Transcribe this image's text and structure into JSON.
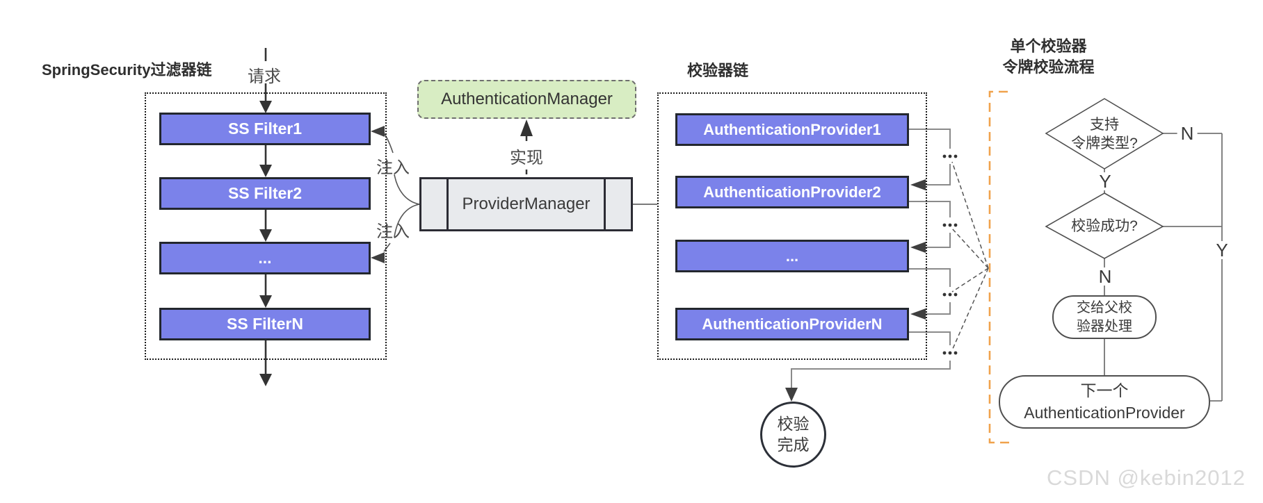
{
  "colors": {
    "node_purple": "#7b82ea",
    "node_border": "#23272e",
    "manager_green": "#d8edc3",
    "provider_manager_gray": "#e8eaed",
    "bracket_orange": "#f0a24c",
    "connector_gray": "#8a8a8a",
    "text_dark": "#3a3a3a",
    "watermark_gray": "#d9d9d9"
  },
  "filter_chain": {
    "title": "SpringSecurity过滤器链",
    "request_label": "请求",
    "boxes": [
      "SS Filter1",
      "SS Filter2",
      "...",
      "SS FilterN"
    ]
  },
  "injection": {
    "label_top": "注入",
    "label_bottom": "注入"
  },
  "managers": {
    "authentication_manager": "AuthenticationManager",
    "implements_label": "实现",
    "provider_manager": "ProviderManager"
  },
  "provider_chain": {
    "title": "校验器链",
    "boxes": [
      "AuthenticationProvider1",
      "AuthenticationProvider2",
      "...",
      "AuthenticationProviderN"
    ]
  },
  "completion": {
    "circle_text": "校验\n完成"
  },
  "token_flow": {
    "title": "单个校验器\n令牌校验流程",
    "diamond_supports": "支持\n令牌类型?",
    "diamond_success": "校验成功?",
    "label_n_supports": "N",
    "label_y_supports": "Y",
    "label_y_success": "Y",
    "label_n_success": "N",
    "parent_handler": "交给父校\n验器处理",
    "next_provider": "下一个\nAuthenticationProvider"
  },
  "watermark": "CSDN @kebin2012"
}
